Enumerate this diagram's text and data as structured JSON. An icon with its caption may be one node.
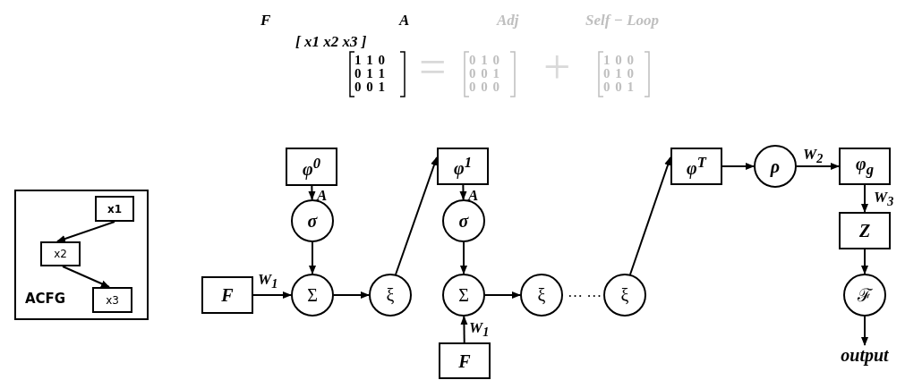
{
  "diagram": {
    "nodes": [
      {
        "text": [
          "ACFG"
        ]
      },
      {
        "text": [
          "x1"
        ],
        "in": 0
      },
      {
        "text": [
          "x2"
        ],
        "in": 0
      },
      {
        "text": [
          "x3"
        ],
        "in": 0
      },
      {
        "text": [
          "φ$^{0}$"
        ]
      },
      {
        "text": [
          "σ"
        ]
      },
      {
        "text": [
          "F"
        ]
      },
      {
        "text": [
          "Σ"
        ]
      },
      {
        "text": [
          "ξ"
        ]
      },
      {
        "text": [
          "φ$^{1}$"
        ]
      },
      {
        "text": [
          "σ"
        ]
      },
      {
        "text": [
          "Σ"
        ]
      },
      {
        "text": [
          "F"
        ]
      },
      {
        "text": [
          "ξ"
        ]
      },
      {
        "text": [
          "ξ"
        ]
      },
      {
        "text": [
          "φ$^{T}$"
        ]
      },
      {
        "text": [
          "ρ"
        ]
      },
      {
        "text": [
          "φ$_{g}$"
        ]
      },
      {
        "text": [
          "Z"
        ]
      },
      {
        "text": [
          "ℱ"
        ]
      },
      {
        "text": [
          "output"
        ]
      }
    ],
    "edges": [
      {
        "from": 1,
        "to": 2,
        "arrow": "to"
      },
      {
        "from": 2,
        "to": 3,
        "arrow": "to"
      },
      {
        "from": 4,
        "to": 5,
        "arrow": "to",
        "label": "A"
      },
      {
        "from": 5,
        "to": 7,
        "arrow": "to"
      },
      {
        "from": 6,
        "to": 7,
        "arrow": "to",
        "label": "W$_{1}$"
      },
      {
        "from": 7,
        "to": 8,
        "arrow": "to"
      },
      {
        "from": 8,
        "to": 9,
        "arrow": "to"
      },
      {
        "from": 9,
        "to": 10,
        "arrow": "to",
        "label": "A"
      },
      {
        "from": 10,
        "to": 11,
        "arrow": "to"
      },
      {
        "from": 12,
        "to": 11,
        "arrow": "to",
        "label": "W$_{1}$"
      },
      {
        "from": 11,
        "to": 13,
        "arrow": "to"
      },
      {
        "from": 14,
        "to": 15,
        "arrow": "to"
      },
      {
        "from": 15,
        "to": 16,
        "arrow": "to"
      },
      {
        "from": 16,
        "to": 17,
        "arrow": "to",
        "label": "W$_{2}$"
      },
      {
        "from": 17,
        "to": 18,
        "arrow": "to",
        "label": "W$_{3}$"
      },
      {
        "from": 18,
        "to": 19,
        "arrow": "to"
      },
      {
        "from": 19,
        "to": 20,
        "arrow": "to"
      }
    ],
    "labels": [
      "F",
      "A",
      "Adj",
      "Self − Loop",
      "[ x1 x2 x3 ]",
      "1 1 0",
      "0 1 1",
      "0 0 1",
      "=",
      "0 1 0",
      "0 0 1",
      "0 0 0",
      "+",
      "1 0 0",
      "0 1 0",
      "0 0 1",
      "… …"
    ]
  }
}
